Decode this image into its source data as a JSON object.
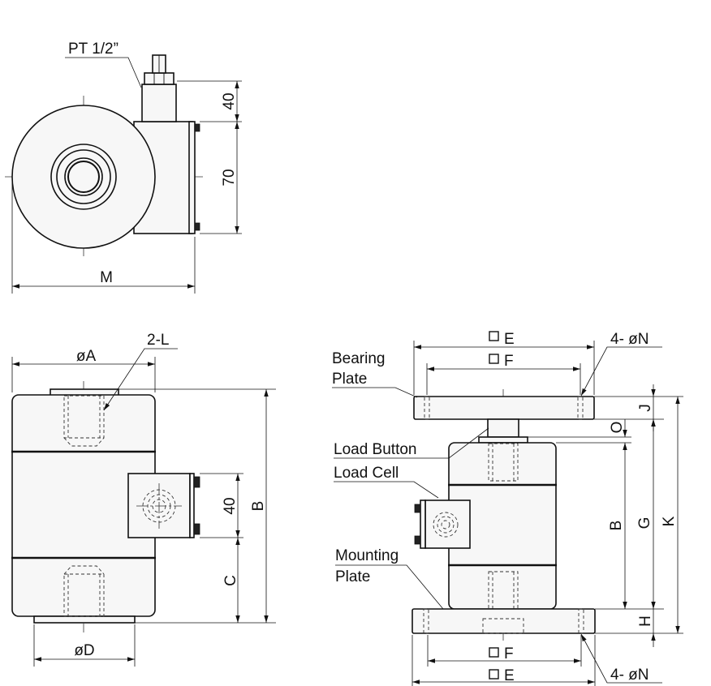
{
  "top_view": {
    "thread_label": "PT 1/2”",
    "dim_connector": "40",
    "dim_box": "70",
    "dim_width": "M"
  },
  "front_view": {
    "dim_diameter_a": "øA",
    "dim_holes": "2-L",
    "dim_connector": "40",
    "dim_height": "B",
    "dim_center": "C",
    "dim_diameter_d": "øD"
  },
  "assembly_view": {
    "dim_e_top": "E",
    "dim_f_top": "F",
    "dim_holes_top": "4- øN",
    "label_bearing_plate": [
      "Bearing",
      "Plate"
    ],
    "label_load_button": "Load Button",
    "label_load_cell": "Load Cell",
    "label_mounting_plate": [
      "Mounting",
      "Plate"
    ],
    "dim_j": "J",
    "dim_o": "O",
    "dim_b": "B",
    "dim_g": "G",
    "dim_k": "K",
    "dim_h": "H",
    "dim_f_bottom": "F",
    "dim_e_bottom": "E",
    "dim_holes_bottom": "4- øN"
  }
}
